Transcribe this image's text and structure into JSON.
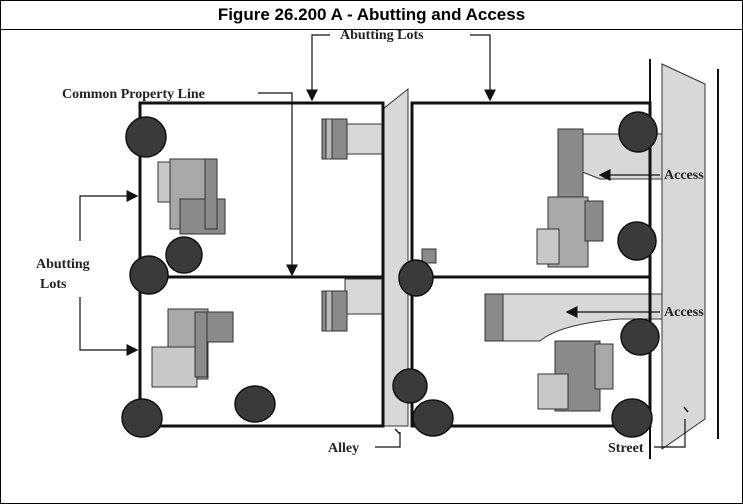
{
  "figure": {
    "title": "Figure 26.200 A - Abutting and Access"
  },
  "labels": {
    "abutting_lots_top": "Abutting Lots",
    "common_property_line": "Common Property Line",
    "abutting_left_line1": "Abutting",
    "abutting_left_line2": "Lots",
    "access_upper": "Access",
    "access_lower": "Access",
    "alley": "Alley",
    "street": "Street"
  },
  "colors": {
    "line": "#111111",
    "pavement": "#d8d8d8",
    "building_dark": "#8a8a8a",
    "building_mid": "#a8a8a8",
    "building_light": "#c8c8c8",
    "tree": "#3a3a3a"
  }
}
